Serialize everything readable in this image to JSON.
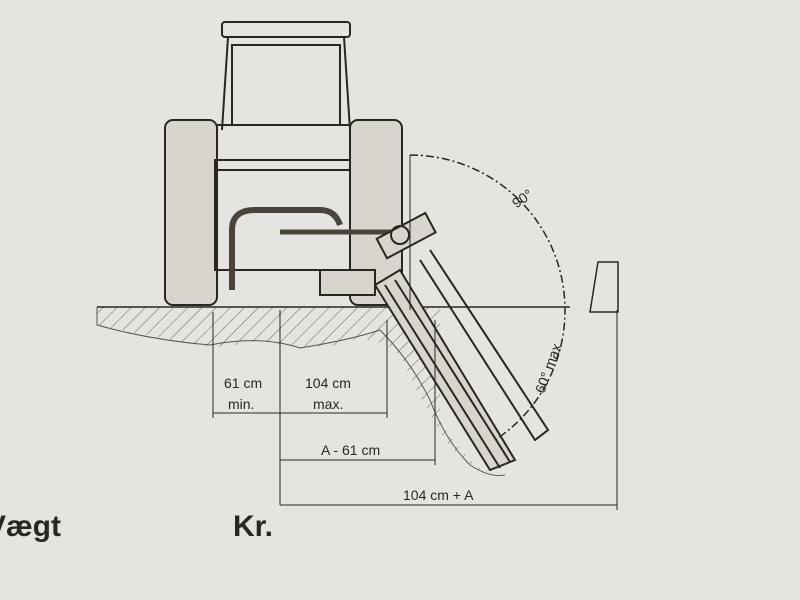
{
  "diagram": {
    "angle_top": "90°",
    "angle_bottom": "60° max",
    "dim_min_value": "61 cm",
    "dim_min_label": "min.",
    "dim_max_value": "104 cm",
    "dim_max_label": "max.",
    "dim_a_minus": "A - 61 cm",
    "dim_total": "104 cm + A"
  },
  "footer": {
    "weight_label": "Vægt",
    "price_label": "Kr."
  },
  "colors": {
    "ink": "#2a2622",
    "paper": "#e6e4e1"
  }
}
